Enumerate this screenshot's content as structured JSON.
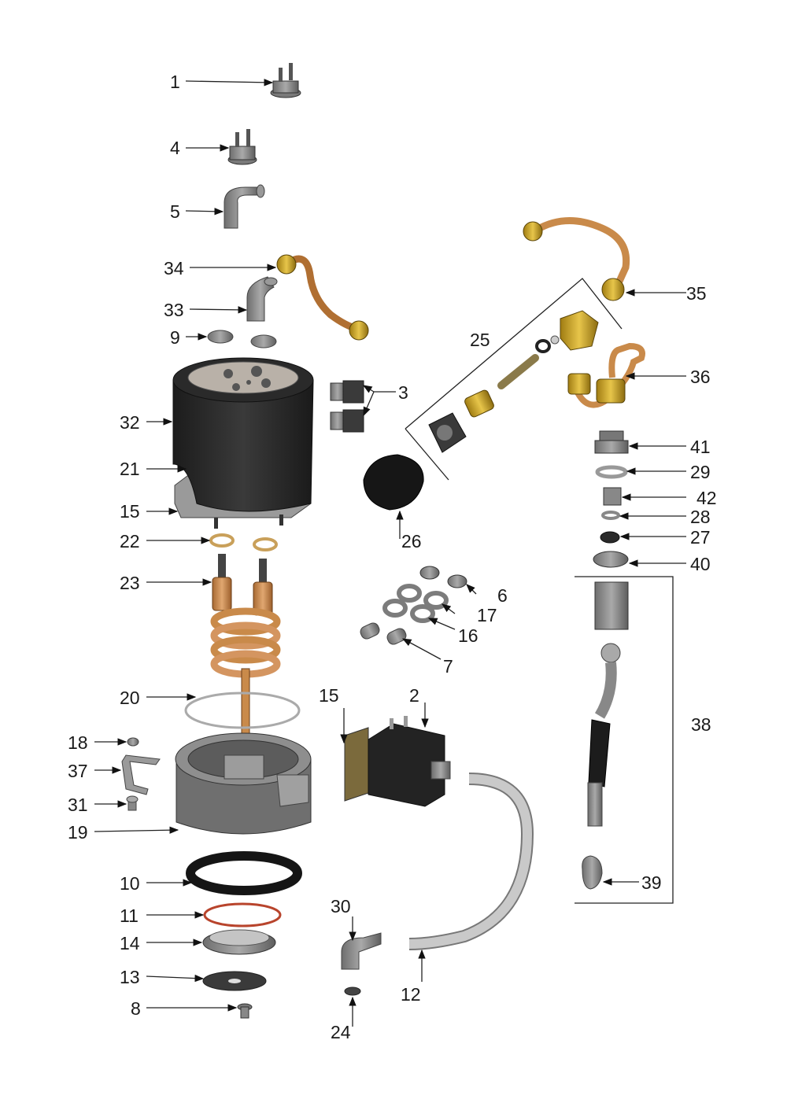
{
  "diagram": {
    "labels": {
      "p1": "1",
      "p2": "2",
      "p3": "3",
      "p4": "4",
      "p5": "5",
      "p6": "6",
      "p7": "7",
      "p8": "8",
      "p9": "9",
      "p10": "10",
      "p11": "11",
      "p12": "12",
      "p13": "13",
      "p14": "14",
      "p15a": "15",
      "p15b": "15",
      "p16": "16",
      "p17": "17",
      "p18": "18",
      "p19": "19",
      "p20": "20",
      "p21": "21",
      "p22": "22",
      "p23": "23",
      "p24": "24",
      "p25": "25",
      "p26": "26",
      "p27": "27",
      "p28": "28",
      "p29": "29",
      "p30": "30",
      "p31": "31",
      "p32": "32",
      "p33": "33",
      "p34": "34",
      "p35": "35",
      "p36": "36",
      "p37": "37",
      "p38": "38",
      "p39": "39",
      "p40": "40",
      "p41": "41",
      "p42": "42"
    },
    "colors": {
      "boiler_body": "#2b2b2b",
      "metal_grey": "#8c8c8c",
      "copper": "#c98a4a",
      "brass": "#c9a227",
      "gasket_red": "#b8442c",
      "hose": "#b8b8b8"
    }
  }
}
